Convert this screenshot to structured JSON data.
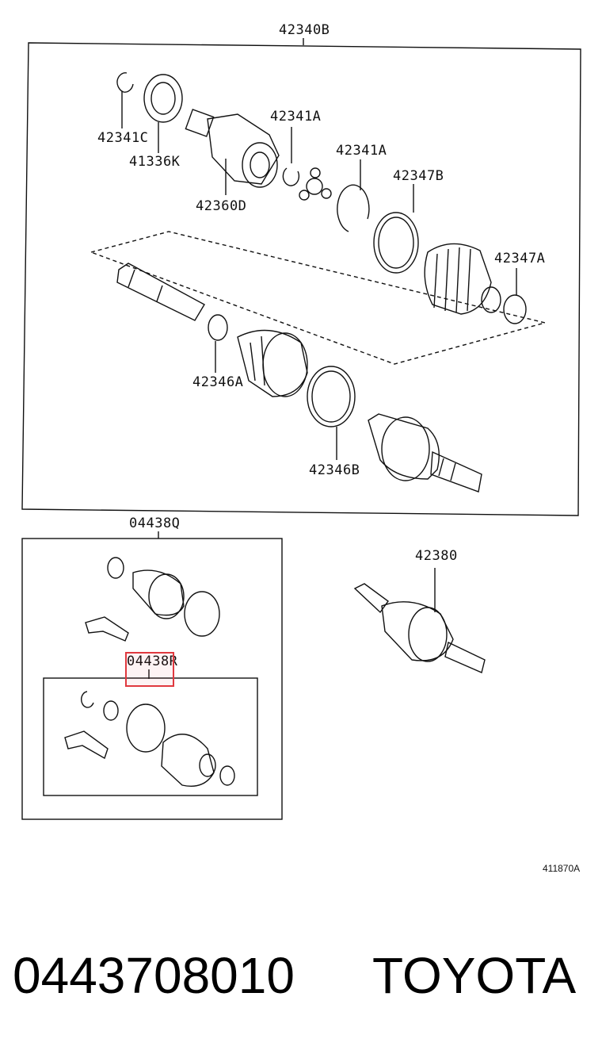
{
  "diagram": {
    "labels": {
      "l42340B": "42340B",
      "l42341C": "42341C",
      "l41336K": "41336K",
      "l42341A_1": "42341A",
      "l42341A_2": "42341A",
      "l42347B": "42347B",
      "l42360D": "42360D",
      "l42347A": "42347A",
      "l42346A": "42346A",
      "l42346B": "42346B",
      "l04438Q": "04438Q",
      "l42380": "42380",
      "l04438R": "04438R"
    },
    "illustration_code": "411870A",
    "highlight_color": "#e0393f"
  },
  "footer": {
    "part_number": "0443708010",
    "brand": "TOYOTA"
  }
}
